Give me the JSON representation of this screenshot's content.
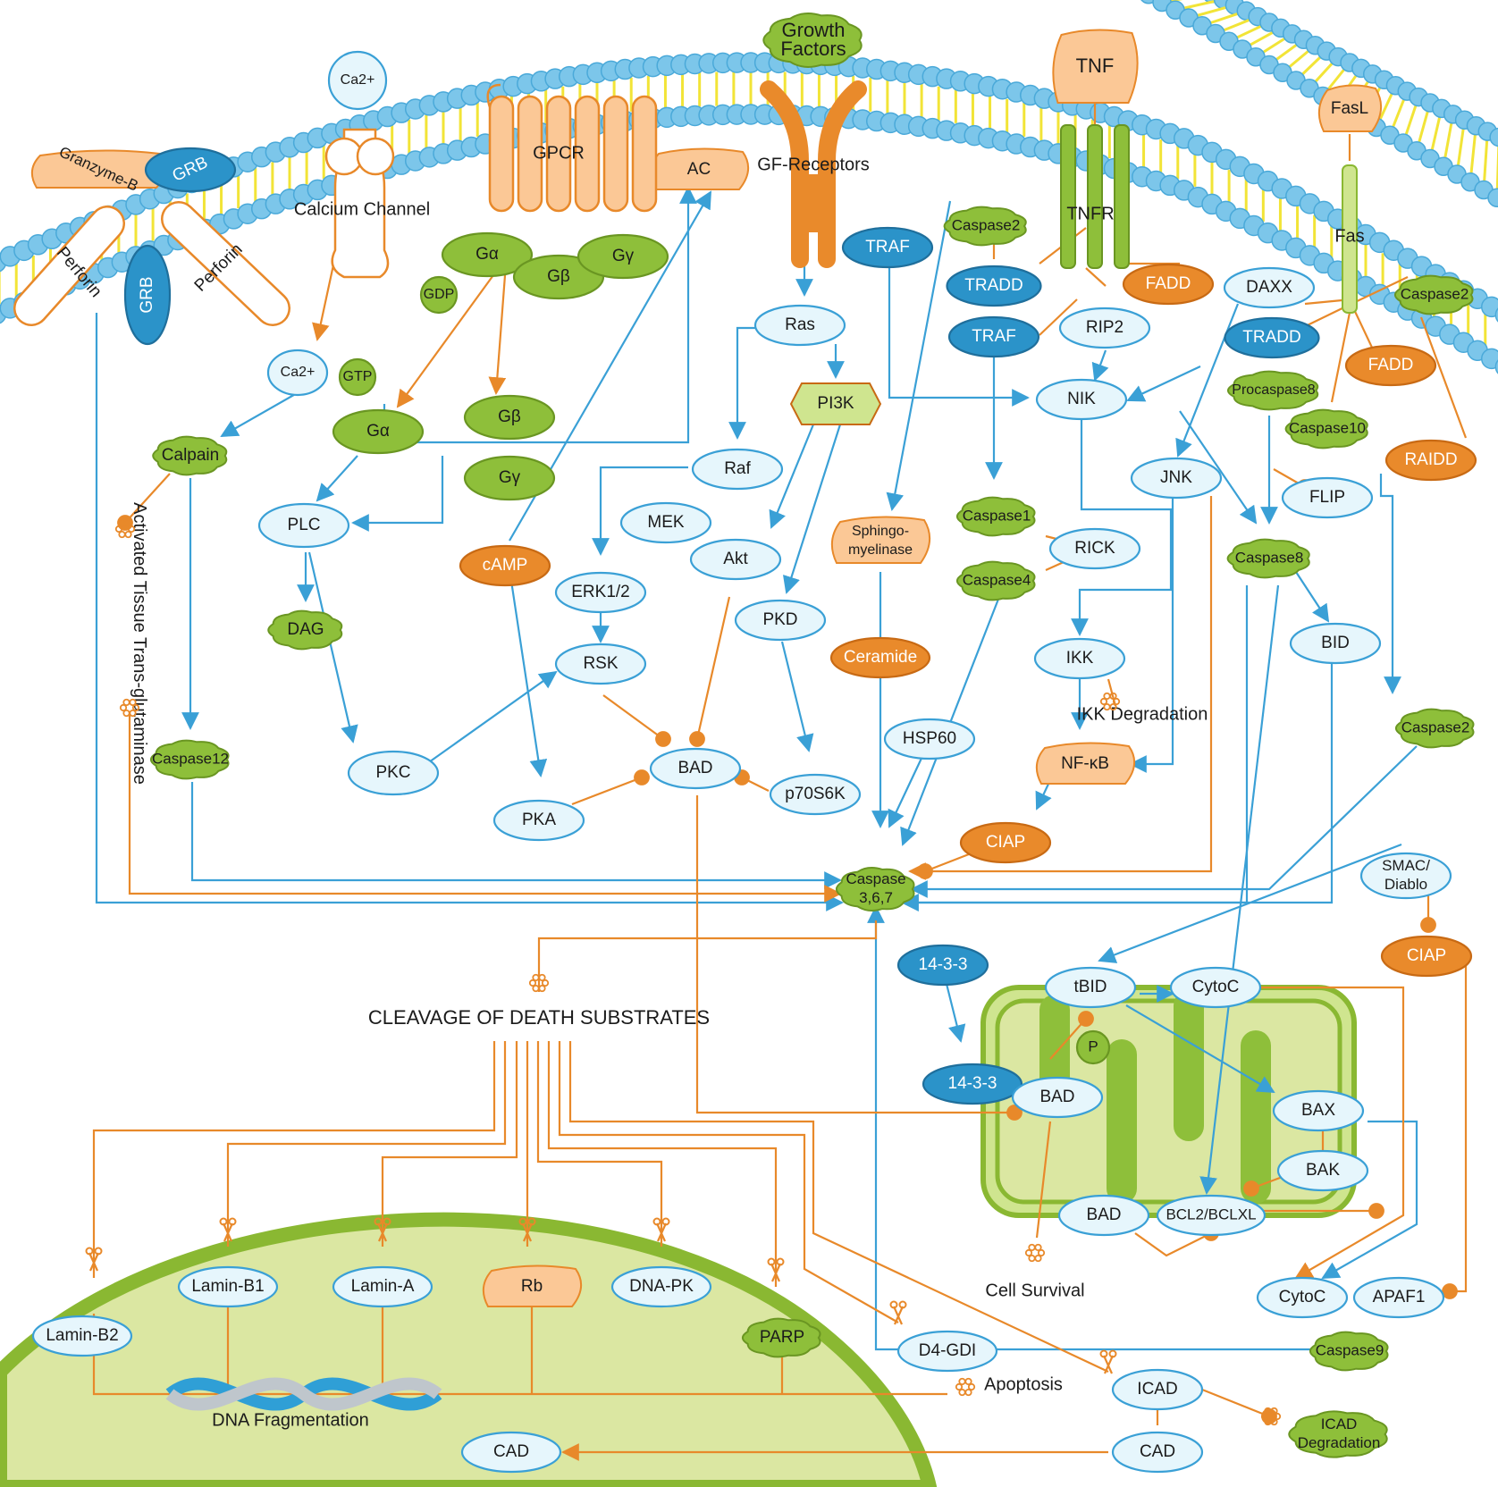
{
  "colors": {
    "blue_line": "#3aa0d6",
    "orange_line": "#e8892a",
    "light_blue_fill": "#e6f6fc",
    "dark_blue_fill": "#2b93c9",
    "green_fill": "#8ebf3a",
    "light_green_fill": "#cfe58f",
    "orange_fill": "#e98a2b",
    "peach_fill": "#fbc896",
    "membrane_blue": "#7cc6ea",
    "membrane_yellow": "#f2e437",
    "nucleus_fill": "#dbe7a2"
  },
  "membrane": {
    "growth_factors": "Growth Factors",
    "gf_receptors": "GF-Receptors",
    "gpcr": "GPCR",
    "calcium_channel": "Calcium Channel",
    "ca_top": "Ca2+",
    "tnf": "TNF",
    "tnfr": "TNFR",
    "fasl": "FasL",
    "fas": "Fas",
    "granzyme": "Granzyme-B",
    "grb1": "GRB",
    "grb2": "GRB",
    "perforin1": "Perforin",
    "perforin2": "Perforin",
    "ac": "AC"
  },
  "nodes": {
    "ga1": "Gα",
    "gb1": "Gβ",
    "gy1": "Gγ",
    "gdp": "GDP",
    "gtp": "GTP",
    "ga2": "Gα",
    "gb2": "Gβ",
    "gy2": "Gγ",
    "ca2": "Ca2+",
    "calpain": "Calpain",
    "caspase12": "Caspase12",
    "plc": "PLC",
    "dag": "DAG",
    "pkc": "PKC",
    "ras": "Ras",
    "pi3k": "PI3K",
    "raf": "Raf",
    "mek": "MEK",
    "erk": "ERK1/2",
    "rsk": "RSK",
    "akt": "Akt",
    "pkd": "PKD",
    "camp": "cAMP",
    "pka": "PKA",
    "bad1": "BAD",
    "p70s6k": "p70S6K",
    "traf1": "TRAF",
    "caspase2_a": "Caspase2",
    "tradd1": "TRADD",
    "traf2": "TRAF",
    "fadd1": "FADD",
    "rip2": "RIP2",
    "nik": "NIK",
    "daxx": "DAXX",
    "tradd2": "TRADD",
    "fadd2": "FADD",
    "caspase2_b": "Caspase2",
    "procaspase8": "Procaspase8",
    "caspase10": "Caspase10",
    "raidd": "RAIDD",
    "flip": "FLIP",
    "jnk": "JNK",
    "caspase8": "Caspase8",
    "bid": "BID",
    "caspase2_c": "Caspase2",
    "caspase1": "Caspase1",
    "caspase4": "Caspase4",
    "rick": "RICK",
    "ikk": "IKK",
    "nfkb": "NF-κB",
    "ciap1": "CIAP",
    "sphingomyelinase": "Sphingo- myelinase",
    "ceramide": "Ceramide",
    "hsp60": "HSP60",
    "caspase367": "Caspase 3,6,7",
    "smac": "SMAC/ Diablo",
    "ciap2": "CIAP",
    "p1433_a": "14-3-3",
    "p1433_b": "14-3-3",
    "tbid": "tBID",
    "cytoc1": "CytoC",
    "p": "P",
    "bad2": "BAD",
    "bax": "BAX",
    "bak": "BAK",
    "bad3": "BAD",
    "bcl2": "BCL2/BCLXL",
    "cytoc2": "CytoC",
    "apaf1": "APAF1",
    "caspase9": "Caspase9",
    "lamin_b1": "Lamin-B1",
    "lamin_a": "Lamin-A",
    "rb": "Rb",
    "dnapk": "DNA-PK",
    "lamin_b2": "Lamin-B2",
    "parp": "PARP",
    "d4gdi": "D4-GDI",
    "icad": "ICAD",
    "cad1": "CAD",
    "cad2": "CAD",
    "icad_deg": "ICAD Degradation"
  },
  "annotations": {
    "activated_tg": "Activated Tissue Trans-glutaminase",
    "ikk_degradation": "IKK Degradation",
    "cleavage": "CLEAVAGE OF DEATH SUBSTRATES",
    "cell_survival": "Cell Survival",
    "apoptosis": "Apoptosis",
    "dna_fragmentation": "DNA Fragmentation"
  }
}
